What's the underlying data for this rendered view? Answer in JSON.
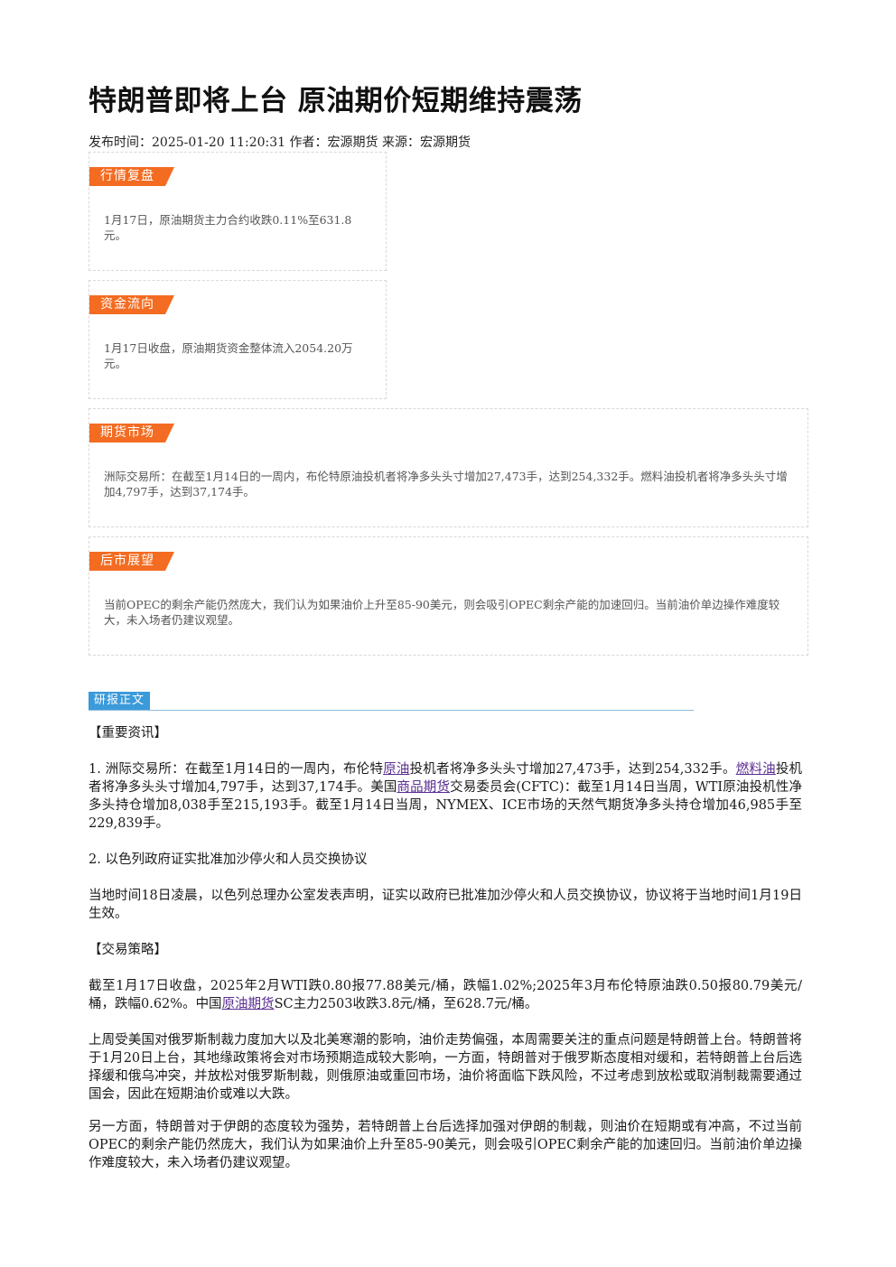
{
  "title": "特朗普即将上台 原油期价短期维持震荡",
  "meta": "发布时间：2025-01-20 11:20:31 作者：宏源期货 来源：宏源期货",
  "boxes": [
    {
      "tag": "行情复盘",
      "text": "1月17日，原油期货主力合约收跌0.11%至631.8元。"
    },
    {
      "tag": "资金流向",
      "text": "1月17日收盘，原油期货资金整体流入2054.20万元。"
    },
    {
      "tag": "期货市场",
      "text": "洲际交易所：在截至1月14日的一周内，布伦特原油投机者将净多头头寸增加27,473手，达到254,332手。燃料油投机者将净多头头寸增加4,797手，达到37,174手。"
    },
    {
      "tag": "后市展望",
      "text": "当前OPEC的剩余产能仍然庞大，我们认为如果油价上升至85-90美元，则会吸引OPEC剩余产能的加速回归。当前油价单边操作难度较大，未入场者仍建议观望。"
    }
  ],
  "report": {
    "label": "研报正文",
    "section1": "【重要资讯】",
    "p1": {
      "a": "1. 洲际交易所：在截至1月14日的一周内，布伦特",
      "link1": "原油",
      "b": "投机者将净多头头寸增加27,473手，达到254,332手。",
      "link2": "燃料油",
      "c": "投机者将净多头头寸增加4,797手，达到37,174手。美国",
      "link3": "商品期货",
      "d": "交易委员会(CFTC)：截至1月14日当周，WTI原油投机性净多头持仓增加8,038手至215,193手。截至1月14日当周，NYMEX、ICE市场的天然气期货净多头持仓增加46,985手至229,839手。"
    },
    "p2": "2. 以色列政府证实批准加沙停火和人员交换协议",
    "p3": "当地时间18日凌晨，以色列总理办公室发表声明，证实以政府已批准加沙停火和人员交换协议，协议将于当地时间1月19日生效。",
    "section2": "【交易策略】",
    "p4": {
      "a": "截至1月17日收盘，2025年2月WTI跌0.80报77.88美元/桶，跌幅1.02%;2025年3月布伦特原油跌0.50报80.79美元/桶，跌幅0.62%。中国",
      "link": "原油期货",
      "b": "SC主力2503收跌3.8元/桶，至628.7元/桶。"
    },
    "p5": "上周受美国对俄罗斯制裁力度加大以及北美寒潮的影响，油价走势偏强，本周需要关注的重点问题是特朗普上台。特朗普将于1月20日上台，其地缘政策将会对市场预期造成较大影响，一方面，特朗普对于俄罗斯态度相对缓和，若特朗普上台后选择缓和俄乌冲突，并放松对俄罗斯制裁，则俄原油或重回市场，油价将面临下跌风险，不过考虑到放松或取消制裁需要通过国会，因此在短期油价或难以大跌。",
    "p6": "另一方面，特朗普对于伊朗的态度较为强势，若特朗普上台后选择加强对伊朗的制裁，则油价在短期或有冲高，不过当前OPEC的剩余产能仍然庞大，我们认为如果油价上升至85-90美元，则会吸引OPEC剩余产能的加速回归。当前油价单边操作难度较大，未入场者仍建议观望。"
  }
}
